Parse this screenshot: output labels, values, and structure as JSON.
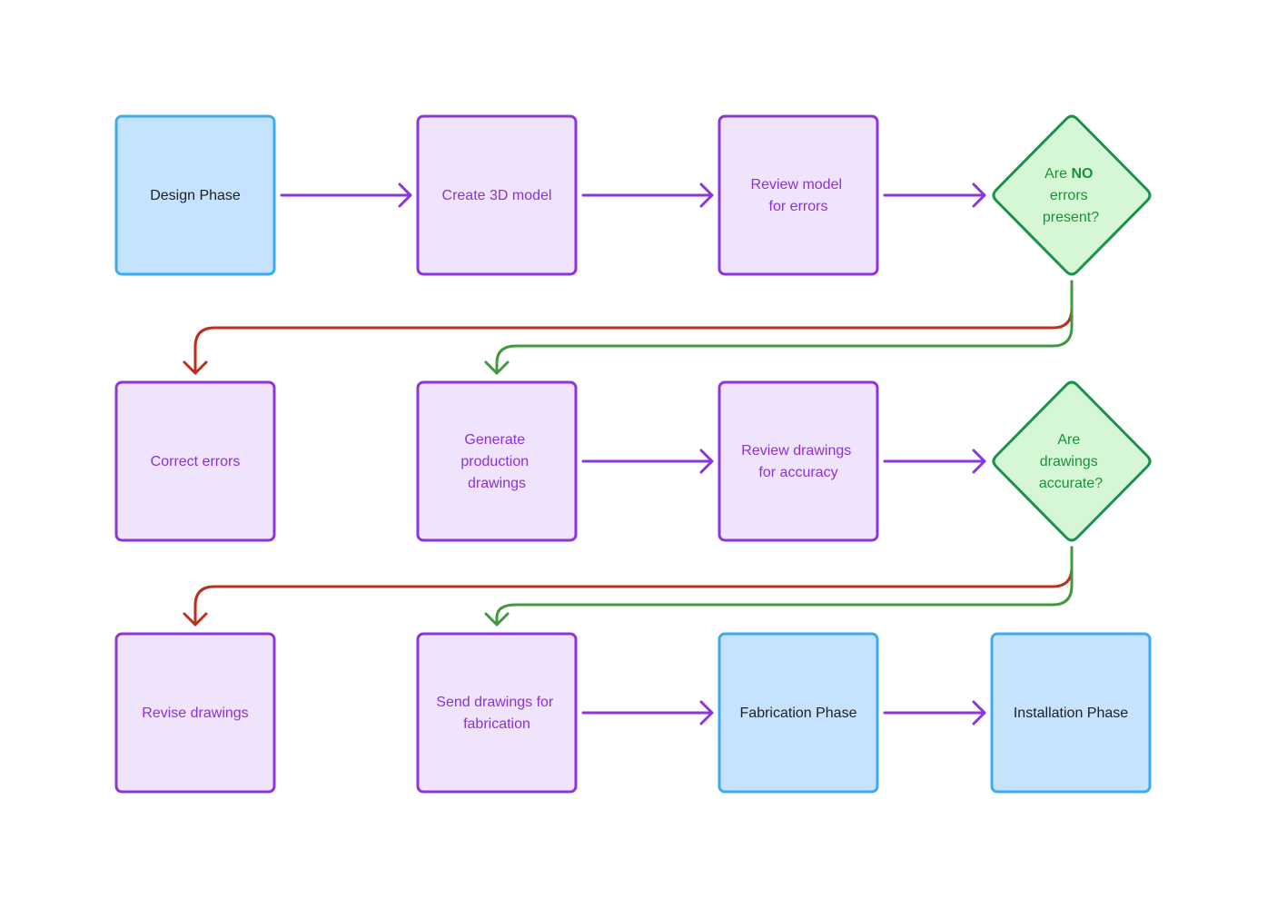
{
  "colors": {
    "blue_fill": "#c5e3ff",
    "blue_stroke": "#3eaaf0",
    "purple_fill": "#f0e4fd",
    "purple_stroke": "#8c35d9",
    "green_fill": "#d6f7d6",
    "green_stroke": "#18924a",
    "arrow_purple": "#8b35db",
    "arrow_red": "#b9301c",
    "arrow_green": "#40983f"
  },
  "nodes": {
    "design_phase": {
      "lines": [
        "Design Phase"
      ]
    },
    "create_model": {
      "lines": [
        "Create 3D model"
      ]
    },
    "review_model": {
      "lines": [
        "Review model",
        "for errors"
      ]
    },
    "decision_errors": {
      "line1_prefix": "Are ",
      "line1_emphasis": "NO",
      "line2": "errors",
      "line3": "present?"
    },
    "correct_errors": {
      "lines": [
        "Correct errors"
      ]
    },
    "generate_drawings": {
      "lines": [
        "Generate",
        "production",
        "drawings"
      ]
    },
    "review_drawings": {
      "lines": [
        "Review drawings",
        "for accuracy"
      ]
    },
    "decision_accurate": {
      "lines": [
        "Are",
        "drawings",
        "accurate?"
      ]
    },
    "revise_drawings": {
      "lines": [
        "Revise drawings"
      ]
    },
    "send_drawings": {
      "lines": [
        "Send drawings for",
        "fabrication"
      ]
    },
    "fabrication_phase": {
      "lines": [
        "Fabrication Phase"
      ]
    },
    "installation_phase": {
      "lines": [
        "Installation Phase"
      ]
    }
  }
}
